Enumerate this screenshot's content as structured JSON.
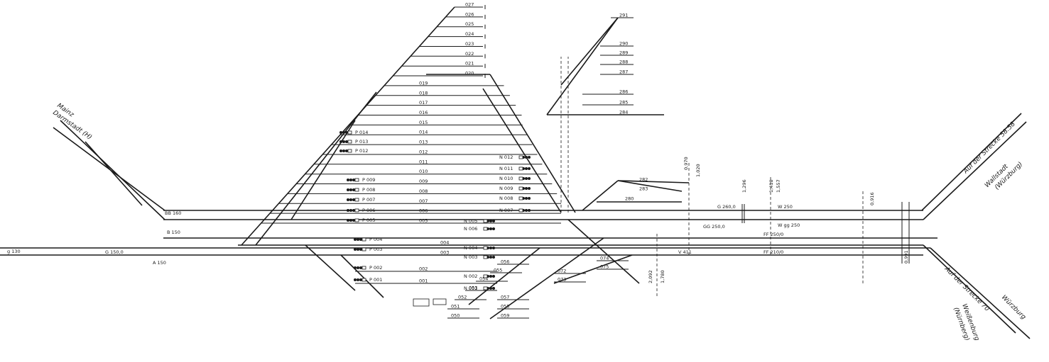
{
  "directions": {
    "left_upper_line1": "Mainz",
    "left_upper_line2": "Darmstadt (H)",
    "right_upper_line1": "Auf der Strecke 58.58",
    "right_upper_line2": "Wallstadt",
    "right_upper_line3": "(Würzburg)",
    "right_lower_line1": "Auf der Strecke 70",
    "right_lower_line2": "Würzburg",
    "right_lower_line3": "Weißenburg",
    "right_lower_line4": "(Nürnberg)"
  },
  "yard_tracks_upper": [
    "027",
    "026",
    "025",
    "024",
    "023",
    "022",
    "021",
    "020",
    "019",
    "018",
    "017",
    "016",
    "015",
    "014",
    "013",
    "012",
    "011",
    "010",
    "009",
    "008",
    "007",
    "006",
    "005"
  ],
  "main_tracks": [
    "004",
    "003"
  ],
  "yard_tracks_lower": [
    "002",
    "001"
  ],
  "right_fan_tracks": [
    "291",
    "290",
    "289",
    "288",
    "287",
    "286",
    "285",
    "284"
  ],
  "mid_right_tracks": [
    "282",
    "283",
    "280"
  ],
  "lower_fan_tracks": [
    "056",
    "055",
    "054",
    "053",
    "052",
    "051",
    "050",
    "057",
    "058",
    "059",
    "073",
    "072",
    "074",
    "075"
  ],
  "signals_left": [
    "P 014",
    "P 013",
    "P 012",
    "P 009",
    "P 008",
    "P 007",
    "P 006",
    "P 005",
    "P 004",
    "P 003",
    "P 002",
    "P 001"
  ],
  "signals_mid": [
    "N 012",
    "N 011",
    "N 010",
    "N 009",
    "N 008",
    "N 007",
    "N 006",
    "N 005",
    "N 004",
    "N 003",
    "N 002",
    "N 001"
  ],
  "main_labels": {
    "bb150": "BB 160",
    "b150": "B 150",
    "a150": "A 150",
    "g150": "G 150,0",
    "g260": "G 260,0",
    "gg250": "GG 250,0",
    "w250": "W 250",
    "wgg250": "W gg 250",
    "ff250": "FF 250/0",
    "ff210": "FF 210/0",
    "v411": "V 411",
    "g130": "g 130"
  },
  "km_posts": [
    "2,092",
    "1,780",
    "1,020",
    "0,970",
    "1,296",
    "1,418",
    "1,557",
    "0,916",
    "0,991"
  ]
}
